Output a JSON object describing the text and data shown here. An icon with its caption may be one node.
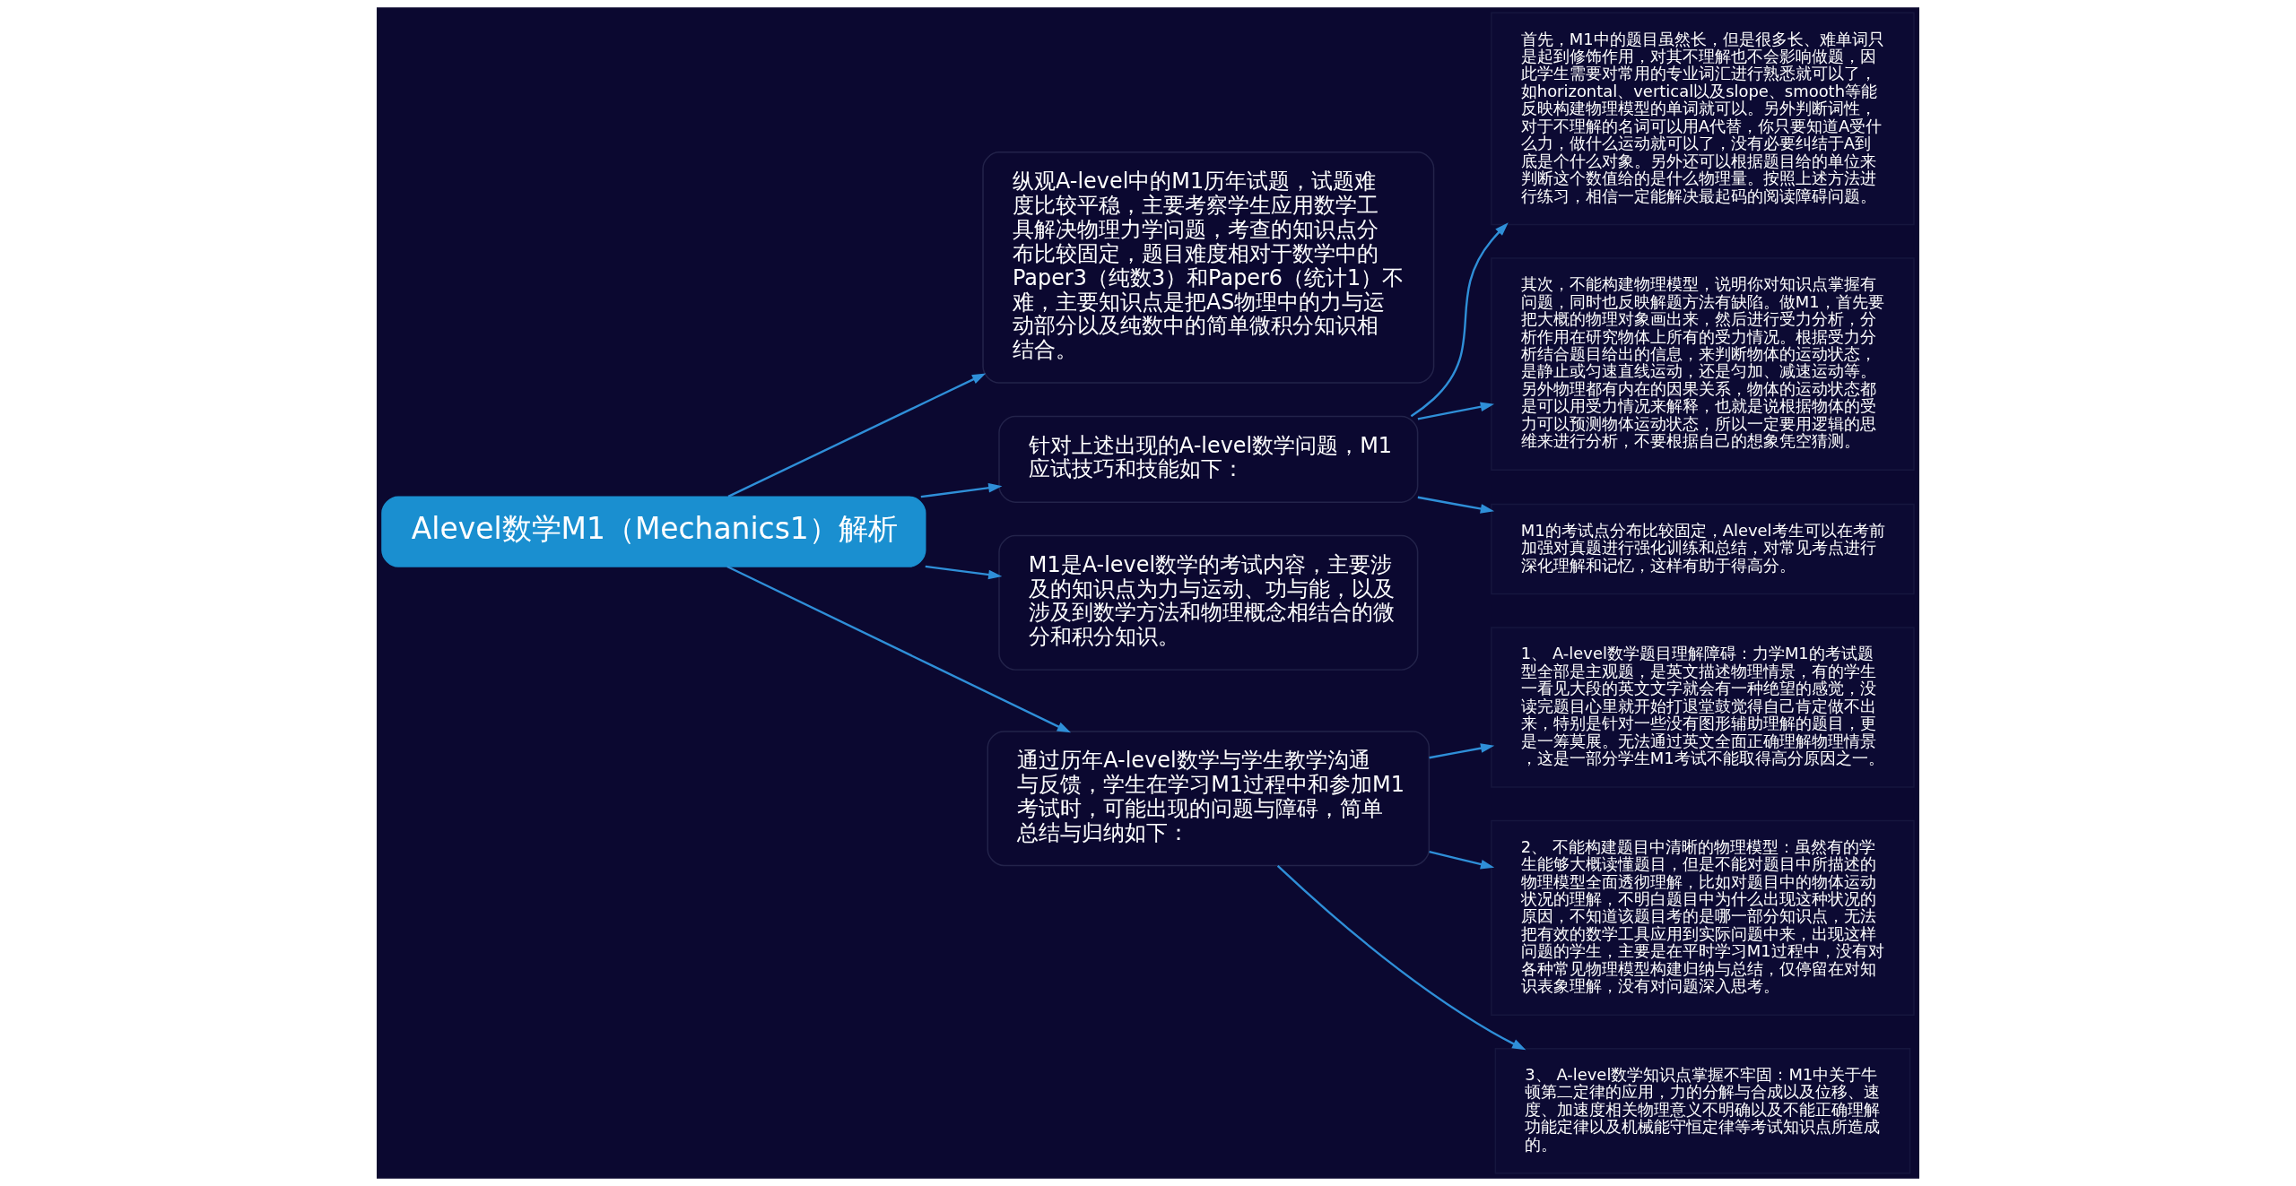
{
  "diagram": {
    "nodes": [
      {
        "text": [
          "Alevel数学M1（Mechanics1）解析"
        ]
      },
      {
        "text": [
          "纵观A-level中的M1历年试题，试题难度比较平稳，主要考察学生应用数学工具解决物理力学问题，考查的知识点分布比较固定，题目难度相对于数学中的Paper3（纯数3）和Paper6（统计1）不难，主要知识点是把AS物理中的力与运动部分以及纯数中的简单微积分知识相结合。"
        ]
      },
      {
        "text": [
          "针对上述出现的A-level数学问题，M1应试技巧和技能如下："
        ]
      },
      {
        "text": [
          "首先，M1中的题目虽然长，但是很多长、难单词只是起到修饰作用，对其不理解也不会影响做题，因此学生需要对常用的专业词汇进行熟悉就可以了，如horizontal、vertical以及slope、smooth等能反映构建物理模型的单词就可以。另外判断词性，对于不理解的名词可以用A代替，你只要知道A受什么力，做什么运动就可以了，没有必要纠结于A到底是个什么对象。另外还可以根据题目给的单位来判断这个数值给的是什么物理量。按照上述方法进行练习，相信一定能解决最起码的阅读障碍问题。"
        ]
      },
      {
        "text": [
          "其次，不能构建物理模型，说明你对知识点掌握有问题，同时也反映解题方法有缺陷。做M1，首先要把大概的物理对象画出来，然后进行受力分析，分析作用在研究物体上所有的受力情况。根据受力分析结合题目给出的信息，来判断物体的运动状态，是静止或匀速直线运动，还是匀加、减速运动等。另外物理都有内在的因果关系，物体的运动状态都是可以用受力情况来解释，也就是说根据物体的受力可以预测物体运动状态，所以一定要用逻辑的思维来进行分析，不要根据自己的想象凭空猜测。"
        ]
      },
      {
        "text": [
          "M1的考试点分布比较固定，Alevel考生可以在考前加强对真题进行强化训练和总结，对常见考点进行深化理解和记忆，这样有助于得高分。"
        ]
      },
      {
        "text": [
          "M1是A-level数学的考试内容，主要涉及的知识点为力与运动、功与能，以及涉及到数学方法和物理概念相结合的微分和积分知识。"
        ]
      },
      {
        "text": [
          "通过历年A-level数学与学生教学沟通与反馈，学生在学习M1过程中和参加M1考试时，可能出现的问题与障碍，简单总结与归纳如下："
        ]
      },
      {
        "text": [
          "1、 A-level数学题目理解障碍：力学M1的考试题型全部是主观题，是英文描述物理情景，有的学生一看见大段的英文文字就会有一种绝望的感觉，没读完题目心里就开始打退堂鼓觉得自己肯定做不出来，特别是针对一些没有图形辅助理解的题目，更是一筹莫展。无法通过英文全面正确理解物理情景，这是一部分学生M1考试不能取得高分原因之一。"
        ]
      },
      {
        "text": [
          "2、 不能构建题目中清晰的物理模型：虽然有的学生能够大概读懂题目，但是不能对题目中所描述的物理模型全面透彻理解，比如对题目中的物体运动状况的理解，不明白题目中为什么出现这种状况的原因，不知道该题目考的是哪一部分知识点，无法把有效的数学工具应用到实际问题中来，出现这样问题的学生，主要是在平时学习M1过程中，没有对各种常见物理模型构建归纳与总结，仅停留在对知识表象理解，没有对问题深入思考。"
        ]
      },
      {
        "text": [
          "3、 A-level数学知识点掌握不牢固：M1中关于牛顿第二定律的应用，力的分解与合成以及位移、速度、加速度相关物理意义不明确以及不能正确理解功能定律以及机械能守恒定律等考试知识点所造成的。"
        ]
      }
    ],
    "edges": [
      {
        "from": 0,
        "to": 1,
        "arrow": "to"
      },
      {
        "from": 0,
        "to": 2,
        "arrow": "to"
      },
      {
        "from": 2,
        "to": 3,
        "arrow": "to"
      },
      {
        "from": 2,
        "to": 4,
        "arrow": "to"
      },
      {
        "from": 2,
        "to": 5,
        "arrow": "to"
      },
      {
        "from": 0,
        "to": 6,
        "arrow": "to"
      },
      {
        "from": 0,
        "to": 7,
        "arrow": "to"
      },
      {
        "from": 7,
        "to": 8,
        "arrow": "to"
      },
      {
        "from": 7,
        "to": 9,
        "arrow": "to"
      },
      {
        "from": 7,
        "to": 10,
        "arrow": "to"
      }
    ]
  }
}
